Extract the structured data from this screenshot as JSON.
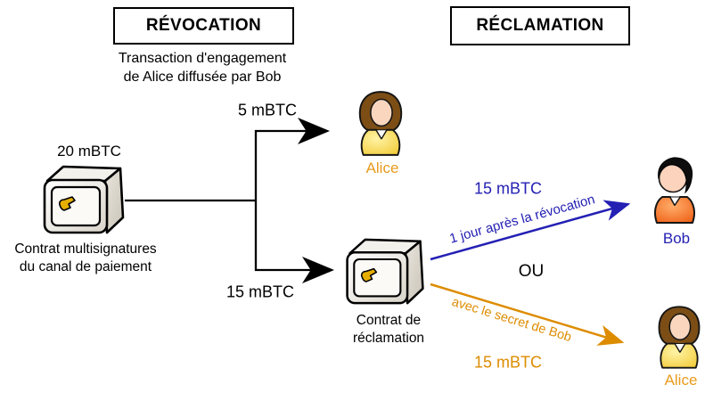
{
  "colors": {
    "black": "#000000",
    "blue": "#2420B4",
    "orange": "#DD8C00",
    "name_orange": "#E89B1C"
  },
  "headers": {
    "left": "RÉVOCATION",
    "right": "RÉCLAMATION"
  },
  "subtitle": {
    "line1": "Transaction d'engagement",
    "line2": "de Alice diffusée par Bob"
  },
  "multisig_contract": {
    "amount": "20 mBTC",
    "caption_line1": "Contrat multisignatures",
    "caption_line2": "du canal de paiement"
  },
  "branch_top": {
    "amount": "5 mBTC",
    "recipient": "Alice"
  },
  "branch_bottom": {
    "amount": "15 mBTC"
  },
  "claim_contract": {
    "caption_line1": "Contrat de",
    "caption_line2": "réclamation"
  },
  "claim_to_bob": {
    "amount": "15 mBTC",
    "condition": "1 jour après la révocation",
    "recipient": "Bob"
  },
  "or_label": "OU",
  "claim_to_alice": {
    "amount": "15 mBTC",
    "condition": "avec le secret de Bob",
    "recipient": "Alice"
  }
}
